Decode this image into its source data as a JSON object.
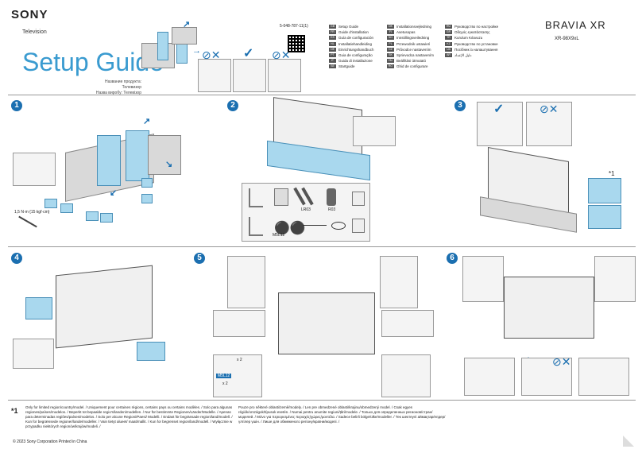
{
  "header": {
    "brand": "SONY",
    "subtitle": "Television",
    "title": "Setup Guide",
    "model_ru_1": "Название продукта: Телевизор",
    "model_ru_2": "Назва виробу: Телевізор",
    "part_number": "5-048-787-11(1)",
    "product_line": "BRAVIA XR",
    "model": "XR-98X9xL"
  },
  "languages_col1": [
    {
      "code": "GB",
      "label": "Setup Guide"
    },
    {
      "code": "FR",
      "label": "Guide d'installation"
    },
    {
      "code": "ES",
      "label": "Guía de configuración"
    },
    {
      "code": "NL",
      "label": "Installatiehandleiding"
    },
    {
      "code": "DE",
      "label": "Einrichtungshandbuch"
    },
    {
      "code": "PT",
      "label": "Guia de configuração"
    },
    {
      "code": "IT",
      "label": "Guida di installazione"
    },
    {
      "code": "SE",
      "label": "Startguide"
    }
  ],
  "languages_col2": [
    {
      "code": "DK",
      "label": "Installationsvejledning"
    },
    {
      "code": "FI",
      "label": "Asetusopas"
    },
    {
      "code": "NO",
      "label": "Innstillingsveiledning"
    },
    {
      "code": "PL",
      "label": "Przewodnik ustawień"
    },
    {
      "code": "CZ",
      "label": "Průvodce nastavením"
    },
    {
      "code": "SK",
      "label": "Sprievodca nastavením"
    },
    {
      "code": "HU",
      "label": "Beállítási útmutató"
    },
    {
      "code": "RO",
      "label": "Ghid de configurare"
    }
  ],
  "languages_col3": [
    {
      "code": "RU",
      "label": "Руководство по настройке"
    },
    {
      "code": "GR",
      "label": "Οδηγός εγκατάστασης"
    },
    {
      "code": "TR",
      "label": "Kurulum Kılavuzu"
    },
    {
      "code": "KZ",
      "label": "Руководство по установке"
    },
    {
      "code": "UA",
      "label": "Посібник із налаштування"
    },
    {
      "code": "AR",
      "label": "دليل الإعداد"
    }
  ],
  "steps": [
    "1",
    "2",
    "3",
    "4",
    "5",
    "6"
  ],
  "step1": {
    "torque": "1,5 N·m {15 kgf·cm}"
  },
  "step2": {
    "parts": [
      "LR03",
      "R03",
      "M5L12"
    ]
  },
  "step5": {
    "qty1": "x 2",
    "qty2": "x 2",
    "screw": "M5L12"
  },
  "footnote_marker": "*1",
  "footnote_left": "Only for limited region/country/model. / Uniquement pour certaines régions, certains pays ou certains modèles. / Solo para algunas regiones/países/modelos. / Beperkt tot bepaalde regio's/landen/modellen. / Nur für bestimmte Regionen/Länder/Modelle. / Apenas para determinadas regiões/países/modelos. / Solo per alcune Regioni/Paesi/ Modelli. / Endast för begränsade region/land/modell. / Kun for begrænsede regioner/lande/modeller. / Vain tietyt alueet/ maat/mallit. / Kun for begrenset region/land/modell. / Wyłącznie w przypadku niektórych regionów/krajów/modeli. /",
  "footnote_right": "Pouze pro některé oblasti/země/modely. / Len pre obmedzené oblasti/krajinu/obmedzený model. / Csak egyes régiók/országok/típusok esetén. / Numai pentru anumite regiuni/țări/modele. / Только для определенных регионов/стран/моделей. / Μόνο για περιορισμένες περιοχές/χώρες/μοντέλα. / Sadece belirli bölge/ülke/modeller. / Тек шектеулі аймақтар/елдер/үлгілер үшін. / Лише для обмеженого регіону/країни/моделі. /",
  "footer": "© 2023 Sony Corporation   Printed in China"
}
